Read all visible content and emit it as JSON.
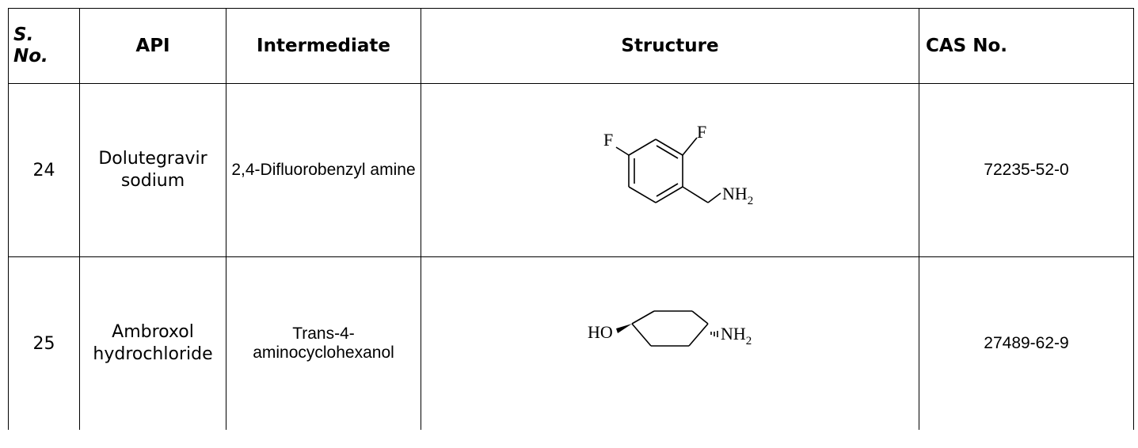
{
  "headers": {
    "sno": [
      "S.",
      "No."
    ],
    "api": "API",
    "intermediate": "Intermediate",
    "structure": "Structure",
    "cas": "CAS No."
  },
  "rows": [
    {
      "sno": "24",
      "api": [
        "Dolutegravir",
        "sodium"
      ],
      "intermediate": "2,4-Difluorobenzyl amine",
      "structure_labels": {
        "f1": "F",
        "f2": "F",
        "amine": "NH",
        "amine_sub": "2"
      },
      "cas": "72235-52-0"
    },
    {
      "sno": "25",
      "api": [
        "Ambroxol",
        "hydrochloride"
      ],
      "intermediate": "Trans-4-aminocyclohexanol",
      "structure_labels": {
        "hydroxyl": "HO",
        "amine": "NH",
        "amine_sub": "2"
      },
      "cas": "27489-62-9"
    }
  ]
}
